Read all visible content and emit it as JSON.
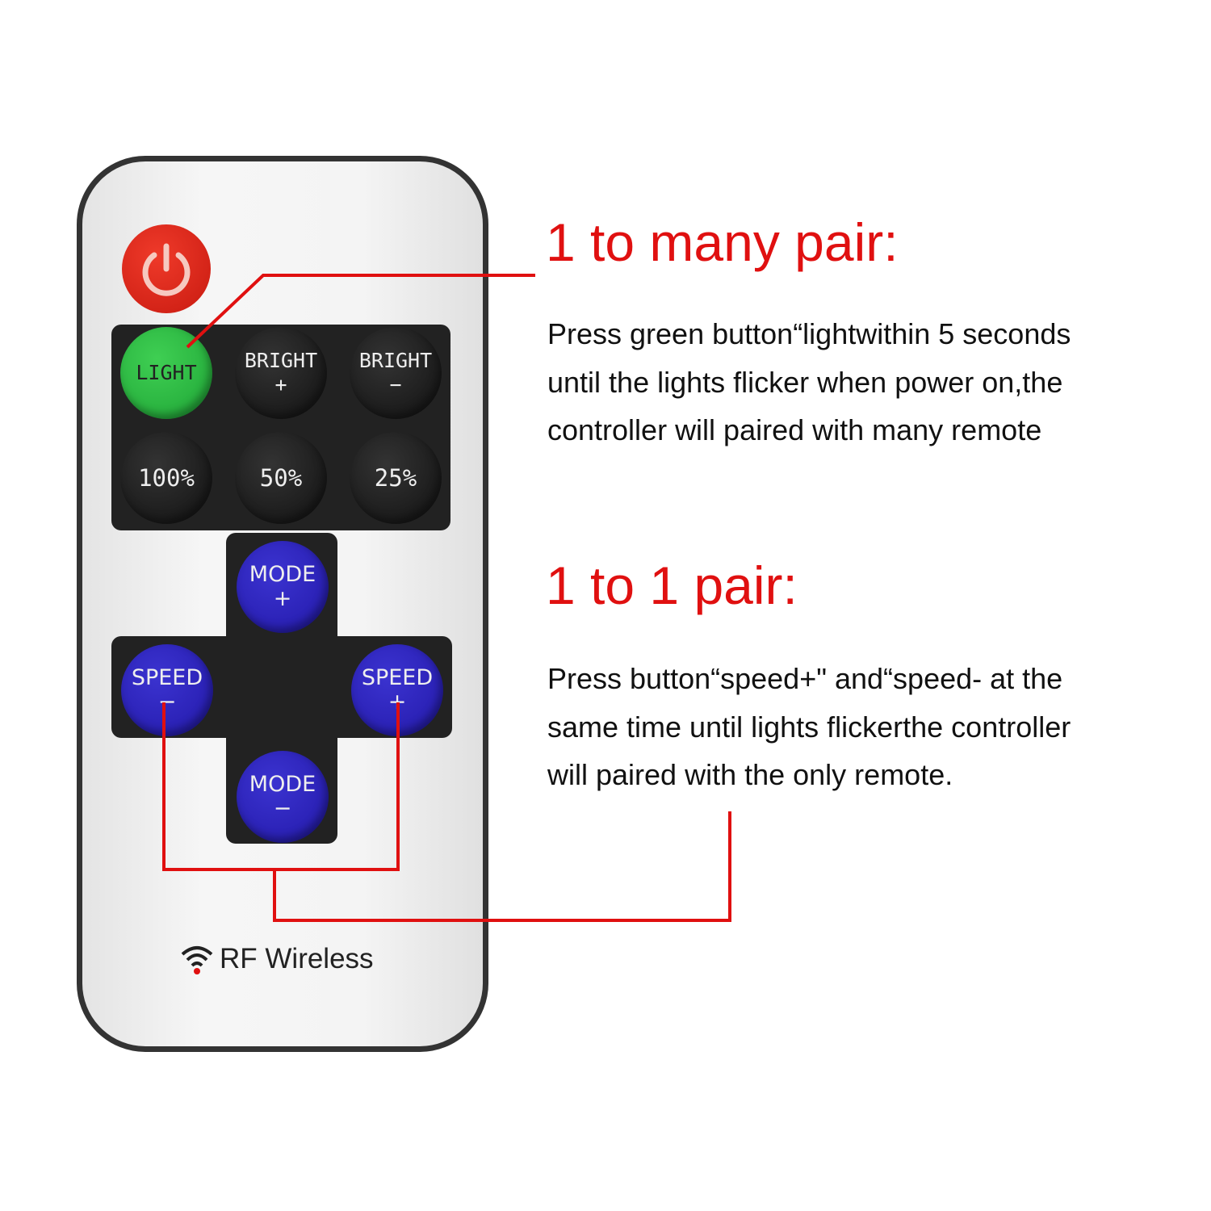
{
  "remote": {
    "buttons": {
      "light": "LIGHT",
      "bright_plus": [
        "BRIGHT",
        "+"
      ],
      "bright_minus": [
        "BRIGHT",
        "−"
      ],
      "p100": "100%",
      "p50": "50%",
      "p25": "25%",
      "mode_plus": [
        "MODE",
        "+"
      ],
      "mode_minus": [
        "MODE",
        "−"
      ],
      "speed_minus": [
        "SPEED",
        "−"
      ],
      "speed_plus": [
        "SPEED",
        "+"
      ]
    },
    "brand_label": "RF Wireless",
    "icons": {
      "power": "power-icon",
      "wifi": "wifi-icon"
    }
  },
  "sections": [
    {
      "title": "1 to many pair:",
      "lines": [
        "Press green button“lightwithin 5 seconds",
        "until the lights flicker when power on,the",
        "controller will paired with many remote"
      ]
    },
    {
      "title": "1 to 1 pair:",
      "lines": [
        "Press button“speed+\" and“speed- at the",
        "same time until lights flickerthe controller",
        "will paired with the only remote."
      ]
    }
  ],
  "colors": {
    "accent_red": "#e01010",
    "light_button": "#2cb842",
    "mode_speed_buttons": "#2a1fb8",
    "power_button": "#d92416"
  }
}
